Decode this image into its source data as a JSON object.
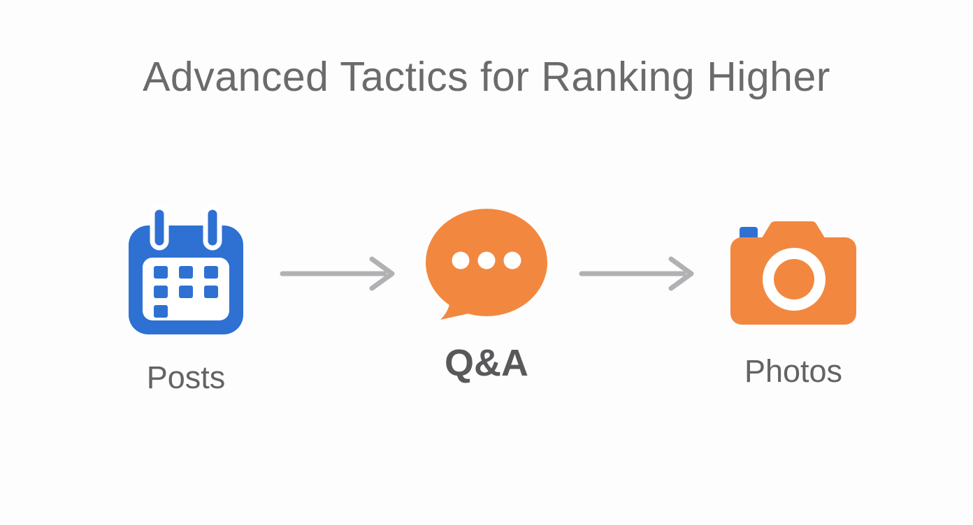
{
  "title": "Advanced Tactics for Ranking Higher",
  "steps": [
    {
      "id": "posts",
      "label": "Posts",
      "icon": "calendar-icon"
    },
    {
      "id": "qa",
      "label": "Q&A",
      "icon": "speech-bubble-icon"
    },
    {
      "id": "photos",
      "label": "Photos",
      "icon": "camera-icon"
    }
  ],
  "connectors": [
    {
      "from": "posts",
      "to": "qa",
      "icon": "arrow-right-icon"
    },
    {
      "from": "qa",
      "to": "photos",
      "icon": "arrow-right-icon"
    }
  ],
  "colors": {
    "background": "#fdfdfd",
    "icon-blue": "#2e71d3",
    "icon-orange": "#f2883f",
    "arrow-gray": "#b1b1b4",
    "title-gray": "#6b6b6b",
    "label-gray": "#636363",
    "label-dark-gray": "#59595b",
    "white": "#ffffff"
  }
}
